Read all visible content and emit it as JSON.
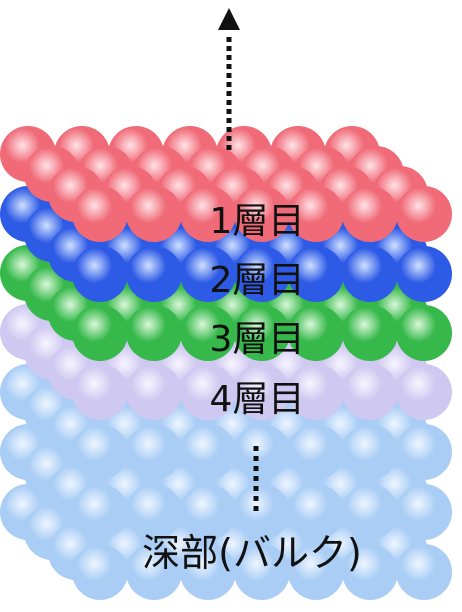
{
  "layer_labels": [
    "1層目",
    "2層目",
    "3層目",
    "4層目"
  ],
  "bulk_label": "深部(バルク)",
  "layers": [
    {
      "name": "1層目",
      "color": "#f06a78",
      "hi": "#ffe3e6"
    },
    {
      "name": "2層目",
      "color": "#2e5be6",
      "hi": "#cfe0ff"
    },
    {
      "name": "3層目",
      "color": "#36b84a",
      "hi": "#d9f7d9"
    },
    {
      "name": "4層目",
      "color": "#cfc8f0",
      "hi": "#f7f5ff"
    },
    {
      "name": "bulk",
      "color": "#a9cdf5",
      "hi": "#eef6ff"
    }
  ],
  "arrow_icon": "arrow-up-icon",
  "dots_icon": "vertical-dots-icon"
}
